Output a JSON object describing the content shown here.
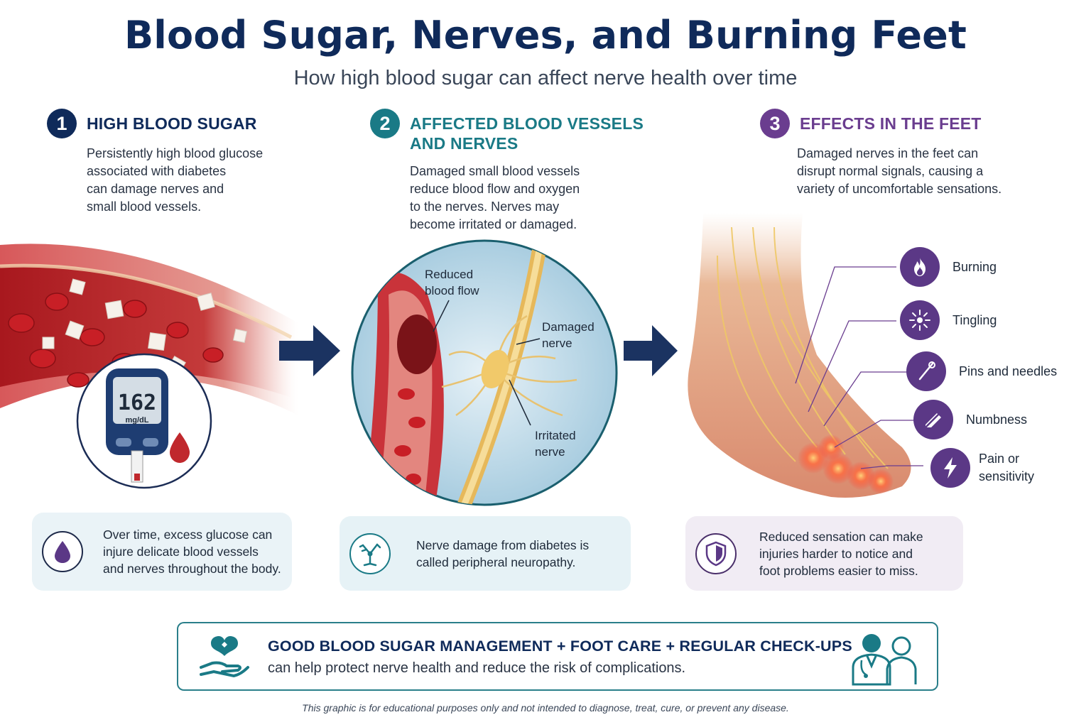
{
  "title": "Blood Sugar, Nerves, and Burning Feet",
  "subtitle": "How high blood sugar can affect nerve health over time",
  "steps": [
    {
      "number": "1",
      "title": "HIGH BLOOD SUGAR",
      "description": "Persistently high blood glucose\nassociated with diabetes\ncan damage nerves and\nsmall blood vessels."
    },
    {
      "number": "2",
      "title": "AFFECTED BLOOD VESSELS\nAND NERVES",
      "description": "Damaged small blood vessels\nreduce blood flow and oxygen\nto the nerves. Nerves may\nbecome irritated or damaged."
    },
    {
      "number": "3",
      "title": "EFFECTS IN THE FEET",
      "description": "Damaged nerves in the feet can\ndisrupt normal signals, causing a\nvariety of uncomfortable sensations."
    }
  ],
  "meter": {
    "reading": "162",
    "unit": "mg/dL"
  },
  "labels": {
    "reduced_blood_flow": "Reduced\nblood flow",
    "damaged_nerve": "Damaged\nnerve",
    "irritated_nerve": "Irritated\nnerve"
  },
  "symptoms": [
    {
      "label": "Burning",
      "icon": "flame-icon"
    },
    {
      "label": "Tingling",
      "icon": "sparkle-icon"
    },
    {
      "label": "Pins and needles",
      "icon": "needle-icon"
    },
    {
      "label": "Numbness",
      "icon": "numb-foot-icon"
    },
    {
      "label": "Pain or\nsensitivity",
      "icon": "lightning-icon"
    }
  ],
  "callouts": [
    {
      "text": "Over time, excess glucose can\ninjure delicate blood vessels\nand nerves throughout the body.",
      "icon": "drop-icon"
    },
    {
      "text": "Nerve damage from diabetes is\ncalled peripheral neuropathy.",
      "icon": "neuron-icon"
    },
    {
      "text": "Reduced sensation can make\ninjuries harder to notice and\nfoot problems easier to miss.",
      "icon": "shield-icon"
    }
  ],
  "bottom": {
    "heading": "GOOD BLOOD SUGAR MANAGEMENT + FOOT CARE + REGULAR CHECK-UPS",
    "text": "can help protect nerve health and reduce the risk of complications."
  },
  "disclaimer": "This graphic is for educational purposes only and not intended to diagnose, treat, cure, or prevent any disease.",
  "colors": {
    "navy": "#0f2a5a",
    "teal": "#1a7a86",
    "purple": "#6a3d8f",
    "blood": "#c0282d"
  }
}
